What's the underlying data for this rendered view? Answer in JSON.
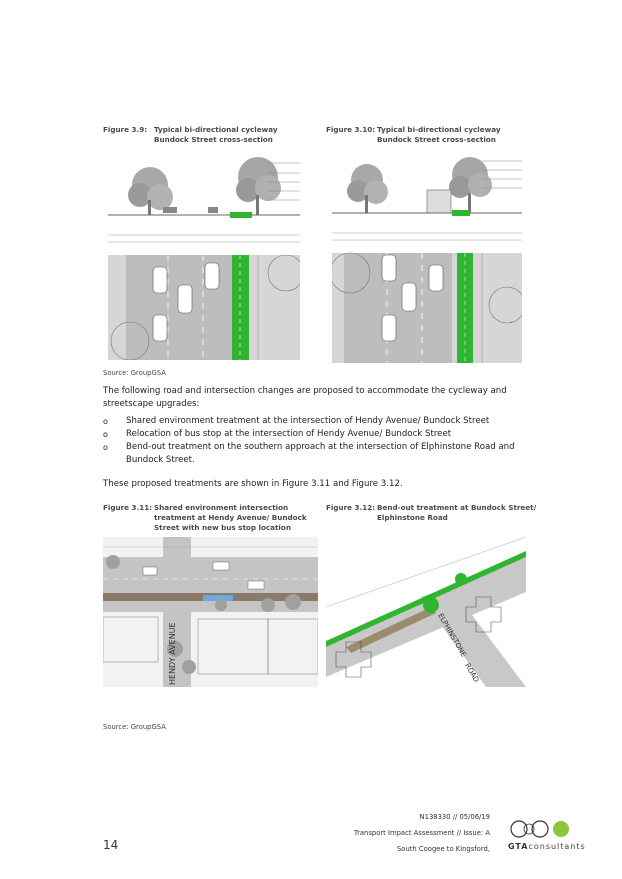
{
  "figures": {
    "fig39": {
      "num": "Figure 3.9:",
      "title_line1": "Typical bi-directional cycleway",
      "title_line2": "Bundock Street cross-section"
    },
    "fig310": {
      "num": "Figure 3.10:",
      "title_line1": "Typical bi-directional cycleway",
      "title_line2": "Bundock Street cross-section"
    },
    "fig311": {
      "num": "Figure 3.11:",
      "title_line1": "Shared environment intersection",
      "title_line2": "treatment at Hendy Avenue/ Bundock",
      "title_line3": "Street with new bus stop location"
    },
    "fig312": {
      "num": "Figure 3.12:",
      "title_line1": "Bend-out treatment at Bundock Street/",
      "title_line2": "Elphinstone Road"
    }
  },
  "source1": "Source: GroupGSA",
  "intro_para": "The following road and intersection changes are proposed to accommodate the cycleway and streetscape upgrades:",
  "bullets": [
    {
      "marker": "o",
      "text": "Shared environment treatment at the intersection of Hendy Avenue/ Bundock Street"
    },
    {
      "marker": "o",
      "text": "Relocation of bus stop at the intersection of Hendy Avenue/ Bundock Street"
    },
    {
      "marker": "o",
      "text": "Bend-out treatment on the southern approach at the intersection of Elphinstone Road and Bundock Street."
    }
  ],
  "shown_para": "These proposed treatments are shown in Figure 3.11 and Figure 3.12.",
  "source2": "Source: GroupGSA",
  "map_labels": {
    "hendy": "HENDY AVENUE",
    "elphinstone": "ELPHINSTONE",
    "road": "ROAD"
  },
  "footer": {
    "ref": "N138330 // 05/06/19",
    "report": "Transport Impact Assessment // Issue: A",
    "project": "South Coogee to Kingsford,",
    "page": "14",
    "logo_bold": "GTA",
    "logo_rest": "consultants"
  },
  "colors": {
    "cycle_green": "#2fb52f",
    "logo_green": "#8dc63f",
    "road_grey": "#bdbdbd"
  }
}
